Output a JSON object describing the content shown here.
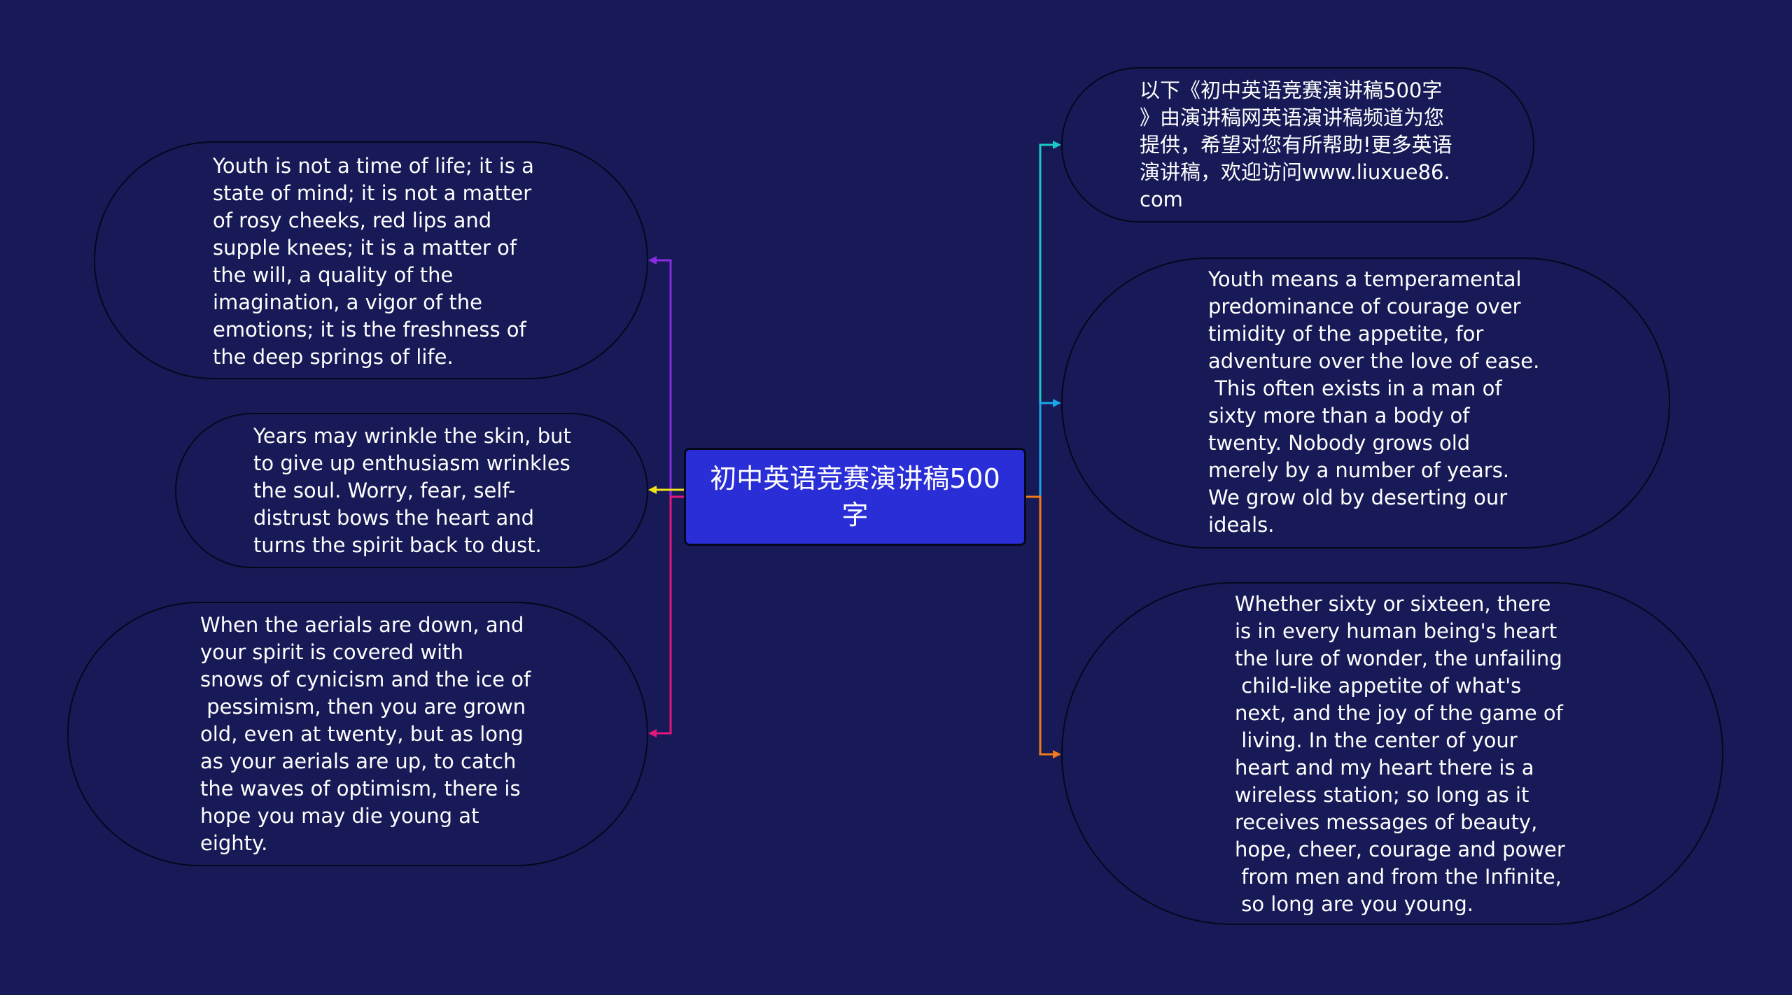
{
  "mindmap": {
    "center": {
      "label": "初中英语竞赛演讲稿500\n字"
    },
    "left_nodes": [
      {
        "text": "Youth is not a time of life; it is a\nstate of mind; it is not a matter\nof rosy cheeks, red lips and\nsupple knees; it is a matter of\nthe will, a quality of the\nimagination, a vigor of the\nemotions; it is the freshness of\nthe deep springs of life.",
        "connector_color": "#8a2be2"
      },
      {
        "text": "Years may wrinkle the skin, but\nto give up enthusiasm wrinkles\nthe soul. Worry, fear, self-\ndistrust bows the heart and\nturns the spirit back to dust.",
        "connector_color": "#f2e318"
      },
      {
        "text": "When the aerials are down, and\nyour spirit is covered with\nsnows of cynicism and the ice of\n pessimism, then you are grown\nold, even at twenty, but as long\nas your aerials are up, to catch\nthe waves of optimism, there is\nhope you may die young at\neighty.",
        "connector_color": "#e3177a"
      }
    ],
    "right_nodes": [
      {
        "text": "以下《初中英语竞赛演讲稿500字\n》由演讲稿网英语演讲稿频道为您\n提供，希望对您有所帮助!更多英语\n演讲稿，欢迎访问www.liuxue86.\ncom",
        "connector_color": "#1dc8c0"
      },
      {
        "text": "Youth means a temperamental\npredominance of courage over\ntimidity of the appetite, for\nadventure over the love of ease.\n This often exists in a man of\nsixty more than a body of\ntwenty. Nobody grows old\nmerely by a number of years.\nWe grow old by deserting our\nideals.",
        "connector_color": "#1aa6e8"
      },
      {
        "text": "Whether sixty or sixteen, there\nis in every human being's heart\nthe lure of wonder, the unfailing\n child-like appetite of what's\nnext, and the joy of the game of\n living. In the center of your\nheart and my heart there is a\nwireless station; so long as it\nreceives messages of beauty,\nhope, cheer, courage and power\n from men and from the Infinite,\n so long are you young.",
        "connector_color": "#f07a1a"
      }
    ]
  }
}
